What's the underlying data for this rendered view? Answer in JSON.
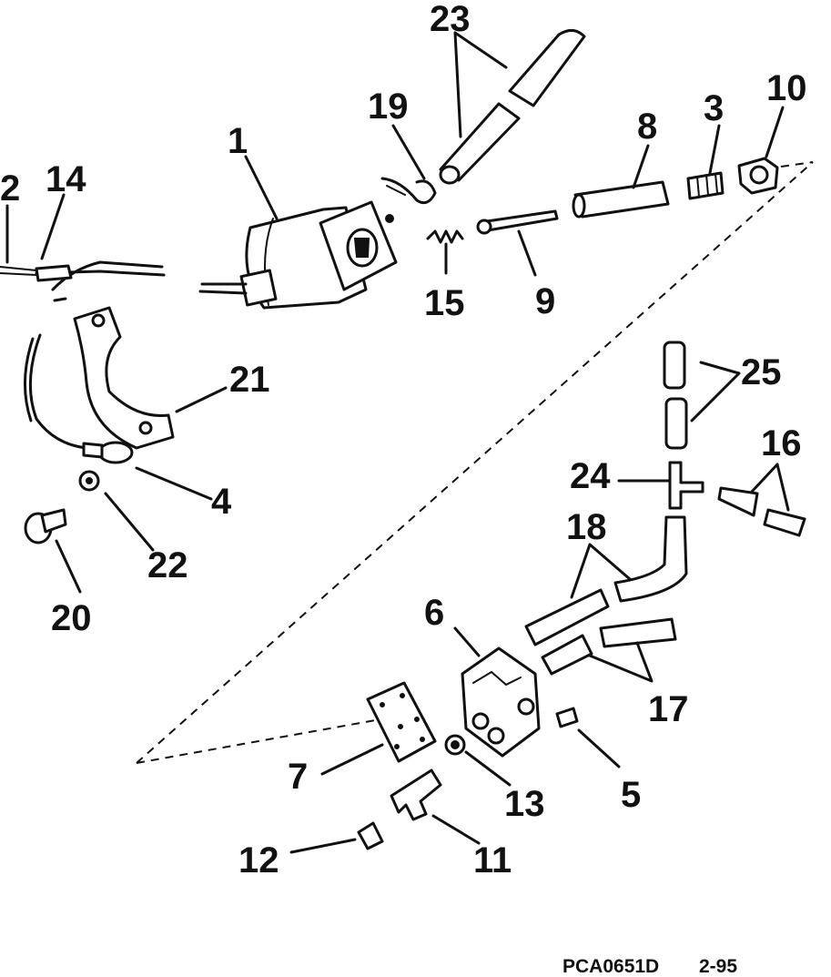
{
  "callouts": [
    {
      "id": "c1",
      "label": "1"
    },
    {
      "id": "c2",
      "label": "2"
    },
    {
      "id": "c3",
      "label": "3"
    },
    {
      "id": "c4",
      "label": "4"
    },
    {
      "id": "c5",
      "label": "5"
    },
    {
      "id": "c6",
      "label": "6"
    },
    {
      "id": "c7",
      "label": "7"
    },
    {
      "id": "c8",
      "label": "8"
    },
    {
      "id": "c9",
      "label": "9"
    },
    {
      "id": "c10",
      "label": "10"
    },
    {
      "id": "c11",
      "label": "11"
    },
    {
      "id": "c12",
      "label": "12"
    },
    {
      "id": "c13",
      "label": "13"
    },
    {
      "id": "c14",
      "label": "14"
    },
    {
      "id": "c15",
      "label": "15"
    },
    {
      "id": "c16",
      "label": "16"
    },
    {
      "id": "c17",
      "label": "17"
    },
    {
      "id": "c18",
      "label": "18"
    },
    {
      "id": "c19",
      "label": "19"
    },
    {
      "id": "c20",
      "label": "20"
    },
    {
      "id": "c21",
      "label": "21"
    },
    {
      "id": "c22",
      "label": "22"
    },
    {
      "id": "c23",
      "label": "23"
    },
    {
      "id": "c24",
      "label": "24"
    },
    {
      "id": "c25",
      "label": "25"
    }
  ],
  "footer": {
    "code": "PCA0651D",
    "date": "2-95"
  }
}
